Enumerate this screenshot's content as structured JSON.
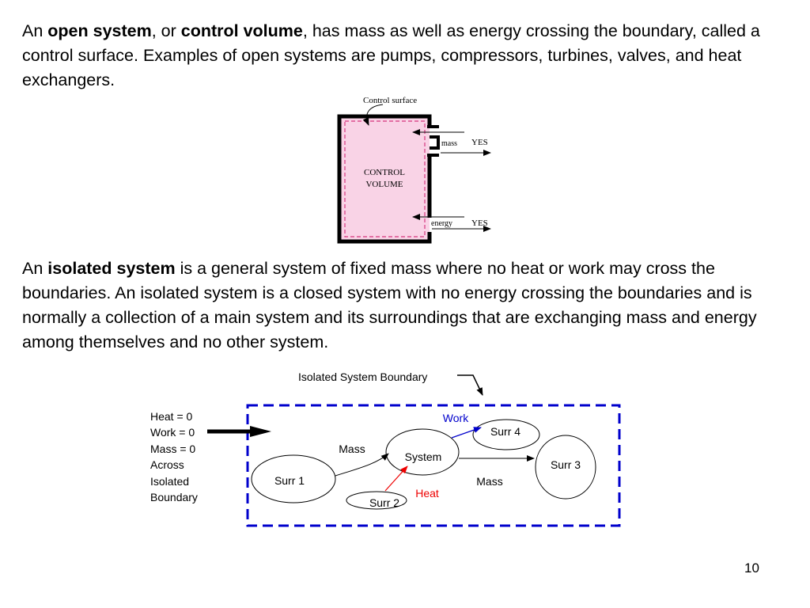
{
  "paragraph1": {
    "t1": "An ",
    "b1": "open system",
    "t2": ", or ",
    "b2": "control volume",
    "t3": ", has mass as well as energy crossing the boundary, called a control surface.  Examples of open systems are pumps, compressors, turbines, valves, and heat exchangers."
  },
  "figure1": {
    "control_surface_label": "Control surface",
    "cv_line1": "CONTROL",
    "cv_line2": "VOLUME",
    "mass_label": "mass",
    "mass_answer": "YES",
    "energy_label": "energy",
    "energy_answer": "YES",
    "colors": {
      "fill": "#f9d3e6",
      "dash": "#d6357e",
      "wall": "#000000"
    }
  },
  "paragraph2": {
    "t1": "An ",
    "b1": "isolated system",
    "t2": " is a general system of fixed mass where no heat or work may cross the boundaries.  An isolated system is a closed system with no energy crossing the boundaries and is normally a collection of a main system and its surroundings that are exchanging mass and energy among themselves and no other system."
  },
  "figure2": {
    "boundary_label": "Isolated System Boundary",
    "boundary_list": [
      "Heat = 0",
      "Work = 0",
      "Mass = 0",
      "Across",
      "Isolated",
      "Boundary"
    ],
    "system": "System",
    "surr1": "Surr 1",
    "surr2": "Surr 2",
    "surr3": "Surr 3",
    "surr4": "Surr 4",
    "mass_left": "Mass",
    "mass_right": "Mass",
    "work": "Work",
    "heat": "Heat",
    "colors": {
      "boundary": "#0000cc",
      "work": "#0000cc",
      "heat": "#ee0000"
    }
  },
  "page_number": "10"
}
